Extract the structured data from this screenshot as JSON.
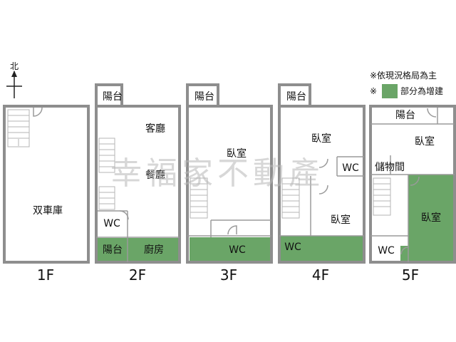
{
  "north": {
    "label": "北"
  },
  "legend": {
    "line1": "※依現況格局為主",
    "line2_prefix": "※",
    "line2_text": "部分為增建",
    "swatch_color": "#6aa567"
  },
  "watermark": "幸福家不動產",
  "floors": [
    {
      "label": "1F",
      "rooms": [
        "双車庫"
      ]
    },
    {
      "label": "2F",
      "rooms": [
        "陽台",
        "客廳",
        "餐廳",
        "WC",
        "陽台",
        "廚房"
      ]
    },
    {
      "label": "3F",
      "rooms": [
        "陽台",
        "臥室",
        "WC"
      ]
    },
    {
      "label": "4F",
      "rooms": [
        "陽台",
        "臥室",
        "WC",
        "臥室",
        "WC"
      ]
    },
    {
      "label": "5F",
      "rooms": [
        "陽台",
        "臥室",
        "儲物間",
        "臥室",
        "WC"
      ]
    }
  ]
}
